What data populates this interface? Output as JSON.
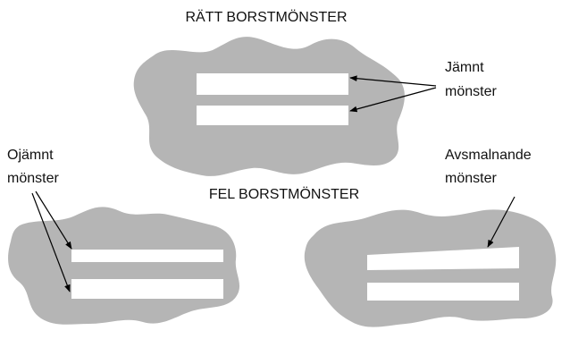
{
  "headings": {
    "correct": "RÄTT BORSTMÖNSTER",
    "wrong": "FEL BORSTMÖNSTER"
  },
  "callouts": {
    "even_line1": "Jämnt",
    "even_line2": "mönster",
    "uneven_line1": "Ojämnt",
    "uneven_line2": "mönster",
    "tapered_line1": "Avsmalnande",
    "tapered_line2": "mönster"
  },
  "colors": {
    "surface": "#b5b5b5",
    "stripe": "#ffffff",
    "ink": "#000000"
  }
}
